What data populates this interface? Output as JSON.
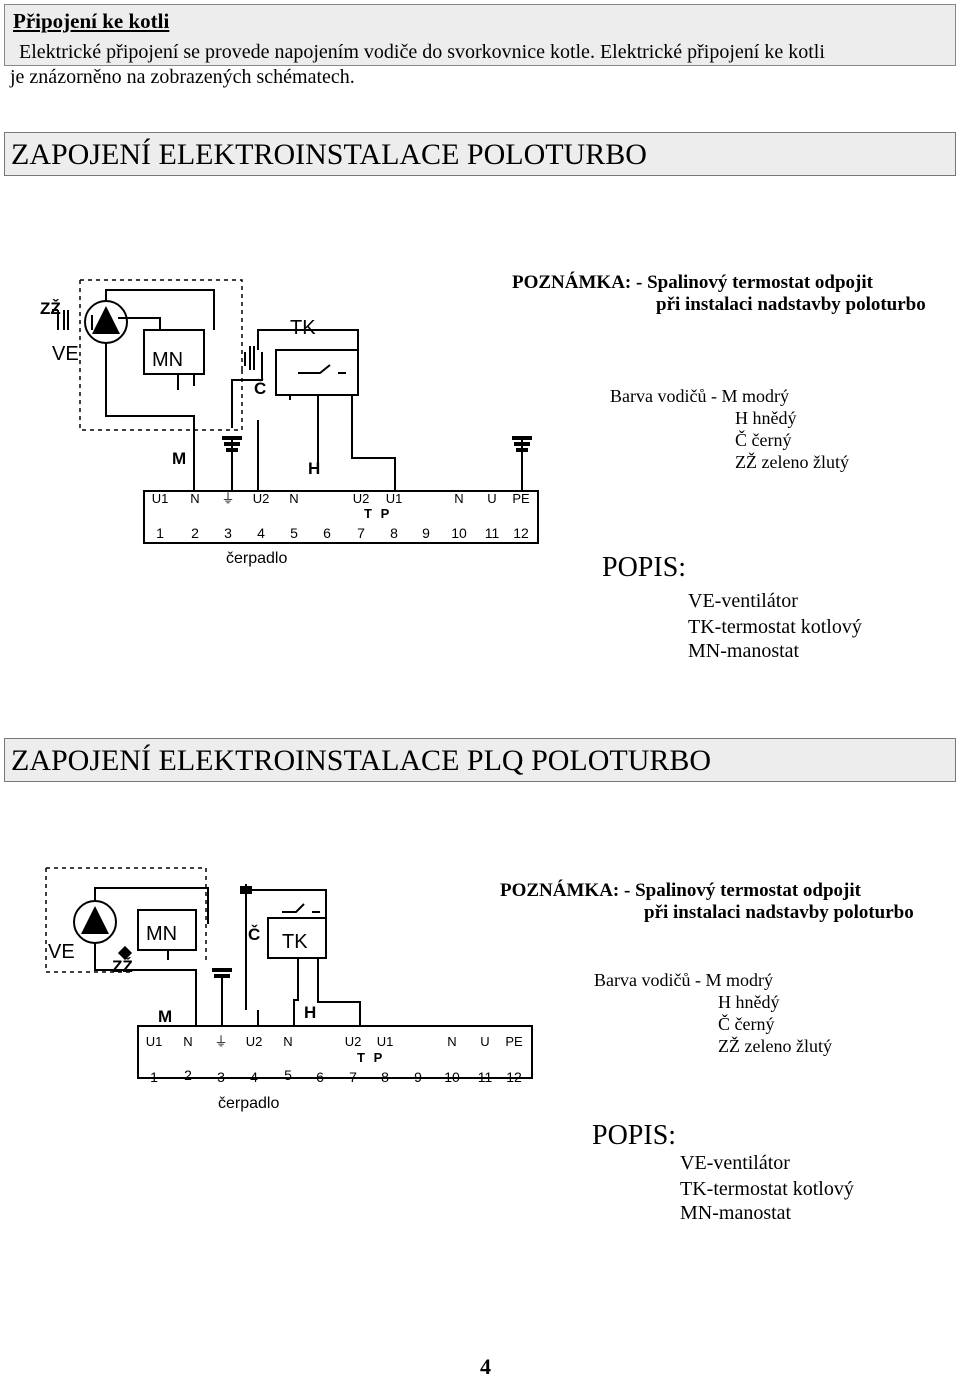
{
  "intro": {
    "title": "Připojení ke kotli",
    "line1": "Elektrické připojení se provede napojením vodiče do svorkovnice kotle. Elektrické připojení ke kotli",
    "line2": "je znázorněno na zobrazených schématech."
  },
  "sections": [
    {
      "title": "ZAPOJENÍ ELEKTROINSTALACE POLOTURBO",
      "note_line1": "POZNÁMKA: - Spalinový termostat odpojit",
      "note_line2": "při instalaci nadstavby poloturbo",
      "colors_line1": "Barva vodičů - M   modrý",
      "colors_line2": "H   hnědý",
      "colors_line3": "Č   černý",
      "colors_line4": "ZŽ  zeleno žlutý",
      "popis_title": "POPIS:",
      "popis_items": [
        "VE-ventilátor",
        "TK-termostat kotlový",
        "MN-manostat"
      ]
    },
    {
      "title": "ZAPOJENÍ ELEKTROINSTALACE PLQ POLOTURBO",
      "note_line1": "POZNÁMKA: - Spalinový termostat odpojit",
      "note_line2": "při instalaci nadstavby poloturbo",
      "colors_line1": "Barva vodičů - M  modrý",
      "colors_line2": "H  hnědý",
      "colors_line3": "Č  černý",
      "colors_line4": "ZŽ  zeleno žlutý",
      "popis_title": "POPIS:",
      "popis_items": [
        "VE-ventilátor",
        "TK-termostat kotlový",
        "MN-manostat"
      ]
    }
  ],
  "diagram1": {
    "zz": "ZŽ",
    "ve": "VE",
    "mn": "MN",
    "tk": "TK",
    "c": "Č",
    "m": "M",
    "h": "H",
    "terminal_labels": [
      "U1",
      "N",
      "",
      "U2",
      "N",
      "",
      "U2",
      "U1",
      "",
      "N",
      "U",
      "PE"
    ],
    "terminal_numbers": [
      "1",
      "2",
      "3",
      "4",
      "5",
      "6",
      "7",
      "8",
      "9",
      "10",
      "11",
      "12"
    ],
    "tp_t": "T",
    "tp_p": "P",
    "pump": "čerpadlo"
  },
  "diagram2": {
    "zz": "ZŽ",
    "ve": "VE",
    "mn": "MN",
    "tk": "TK",
    "c": "Č",
    "m": "M",
    "h": "H",
    "terminal_labels": [
      "U1",
      "N",
      "",
      "U2",
      "N",
      "",
      "U2",
      "U1",
      "",
      "N",
      "U",
      "PE"
    ],
    "terminal_numbers": [
      "1",
      "2",
      "3",
      "4",
      "5",
      "6",
      "7",
      "8",
      "9",
      "10",
      "11",
      "12"
    ],
    "tp_t": "T",
    "tp_p": "P",
    "pump": "čerpadlo"
  },
  "page_number": "4"
}
